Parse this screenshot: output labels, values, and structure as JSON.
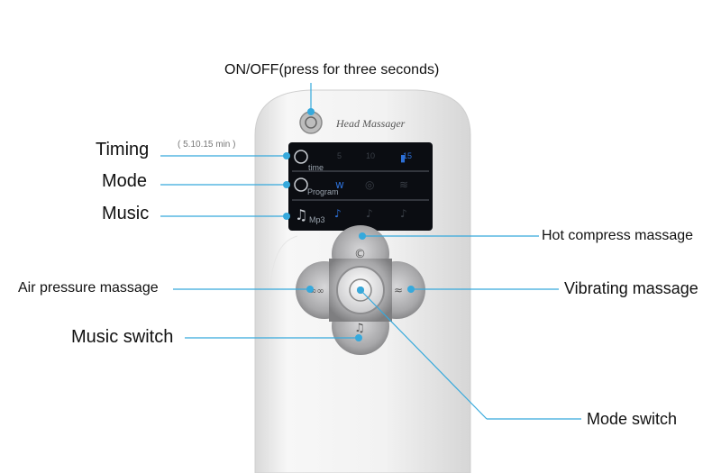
{
  "callouts": {
    "on_off": "ON/OFF(press for three seconds)",
    "timing": "Timing",
    "timing_note": "( 5.10.15 min )",
    "mode": "Mode",
    "music": "Music",
    "hot_compress": "Hot compress massage",
    "air_pressure": "Air pressure massage",
    "vibrating": "Vibrating massage",
    "music_switch": "Music switch",
    "mode_switch": "Mode switch"
  },
  "device": {
    "brand": "Head Massager",
    "screen_rows": [
      {
        "label": "time",
        "values": [
          "5",
          "10",
          "15"
        ]
      },
      {
        "label": "Program",
        "values": [
          "",
          "",
          ""
        ]
      },
      {
        "label": "Mp3",
        "values": [
          "",
          "",
          ""
        ]
      }
    ]
  },
  "colors": {
    "line": "#36a9dc",
    "dot": "#36a9dc",
    "body": "#f2f2f2",
    "screen": "#0b0d12",
    "pad": "#a9a9ab",
    "icon": "#2c6fd6"
  }
}
